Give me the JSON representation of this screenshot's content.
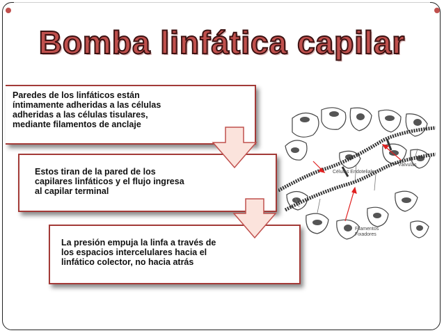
{
  "title": "Bomba linfática capilar",
  "steps": [
    {
      "text": "Paredes de los linfáticos están\níntimamente adheridas a las células\nadheridas a las células tisulares,\nmediante filamentos de anclaje"
    },
    {
      "text": "Estos tiran de la pared de los\ncapilares linfáticos y el flujo ingresa\nal capilar terminal"
    },
    {
      "text": "La presión empuja la linfa a través de\nlos espacios intercelulares hacia el\nlinfático colector, no hacia atrás"
    }
  ],
  "illustration": {
    "labels": {
      "endothelial": "Células Endoteliales",
      "valves": "Válvulas",
      "filaments": "Filamentos\nFixadores"
    }
  },
  "colors": {
    "accent": "#c0504d",
    "box_border": "#a33a37",
    "arrow_fill": "#fbe3dc",
    "pointer": "#e02020"
  }
}
